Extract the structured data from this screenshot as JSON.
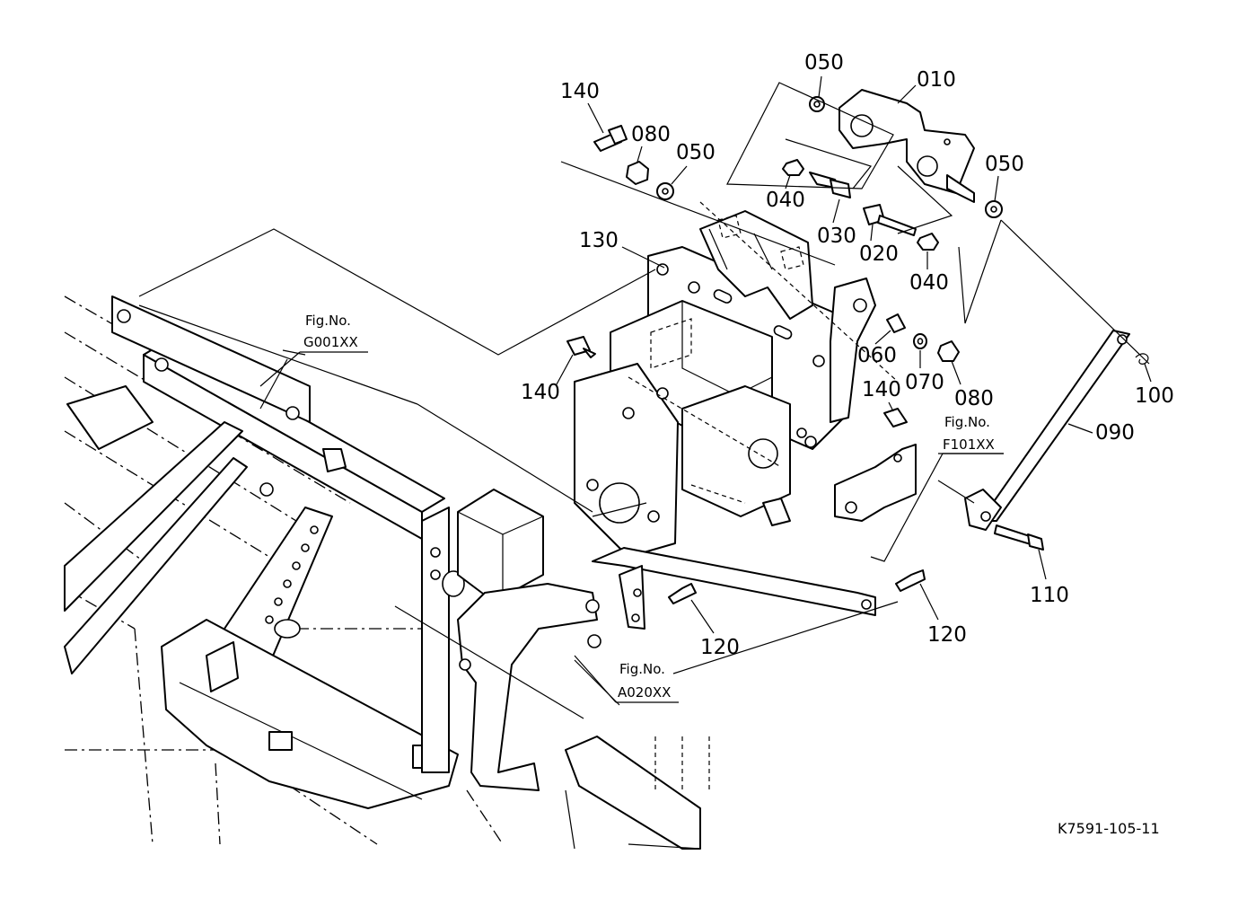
{
  "part_labels": {
    "p010": "010",
    "p020": "020",
    "p030": "030",
    "p040a": "040",
    "p040b": "040",
    "p050a": "050",
    "p050b": "050",
    "p050c": "050",
    "p060": "060",
    "p070": "070",
    "p080a": "080",
    "p080b": "080",
    "p090": "090",
    "p100": "100",
    "p110": "110",
    "p120a": "120",
    "p120b": "120",
    "p130": "130",
    "p140a": "140",
    "p140b": "140",
    "p140c": "140"
  },
  "figure_refs": [
    {
      "label": "Fig.No.",
      "code": "G001XX"
    },
    {
      "label": "Fig.No.",
      "code": "F101XX"
    },
    {
      "label": "Fig.No.",
      "code": "A020XX"
    }
  ],
  "drawing_code": "K7591-105-11"
}
